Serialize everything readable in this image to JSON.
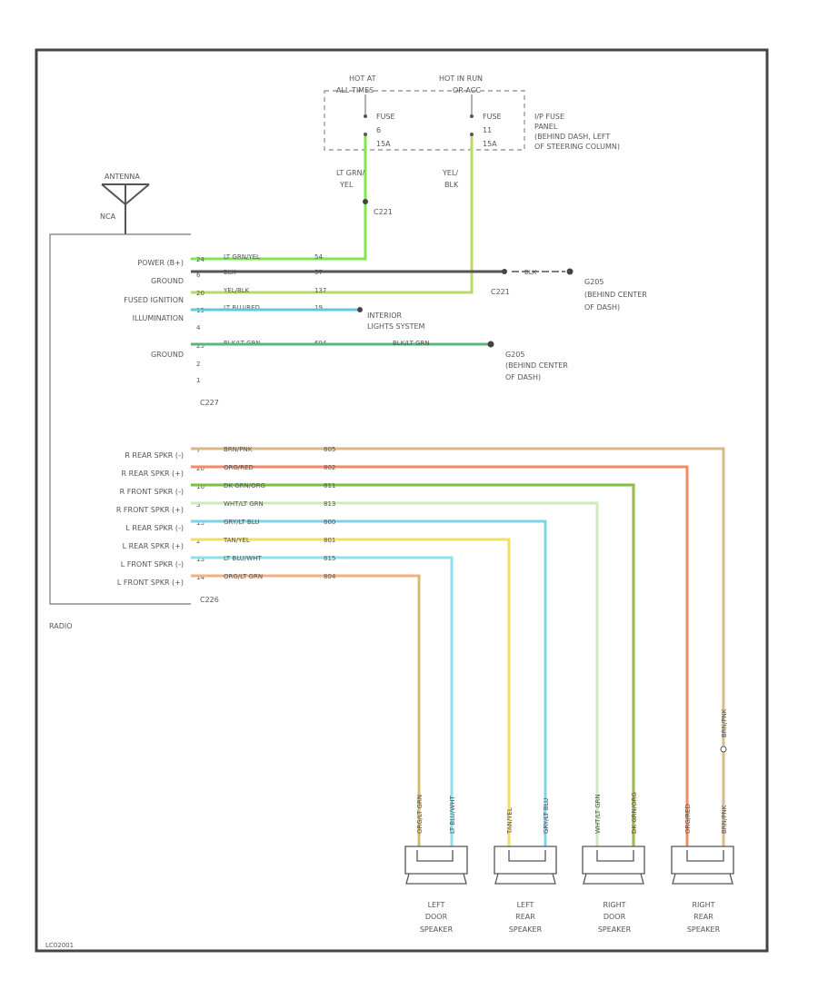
{
  "colors": {
    "frame": "#444444",
    "text": "#555555",
    "lt_grn_yel": "#7de84e",
    "blk": "#555555",
    "yel_blk": "#b8d86a",
    "lt_blu_red": "#5ec9de",
    "blk_lt_grn": "#58b87a",
    "brn_pnk": "#d9b98a",
    "org_red": "#f28a64",
    "dk_grn_org": "#7cbf3a",
    "wht_lt_grn": "#cfe8c0",
    "gry_lt_blu": "#7fd3e6",
    "tan_yel": "#f0df6a",
    "lt_blu_wht": "#8ee0e8",
    "org_lt_grn": "#f0b080"
  },
  "power": {
    "hot_at_all_times": [
      "HOT AT",
      "ALL TIMES"
    ],
    "hot_in_run": [
      "HOT IN RUN",
      "OR ACC"
    ],
    "fuse_a": [
      "FUSE",
      "6",
      "15A"
    ],
    "fuse_b": [
      "FUSE",
      "11",
      "15A"
    ],
    "fuse_panel": [
      "I/P FUSE",
      "PANEL",
      "(BEHIND DASH, LEFT",
      "OF STEERING COLUMN)"
    ],
    "wire_a": [
      "LT GRN/",
      "YEL"
    ],
    "wire_b": [
      "YEL/",
      "BLK"
    ],
    "splice": "C221"
  },
  "antenna": {
    "label": "ANTENNA",
    "wire": "NCA"
  },
  "radio": {
    "name": "RADIO",
    "connector_top": "C227",
    "connector_bottom": "C226",
    "upper_pins": [
      {
        "label": "POWER (B+)",
        "pin": "24",
        "color": "LT GRN/YEL",
        "circuit": "54"
      },
      {
        "label": "GROUND",
        "pin": "6",
        "color": "BLK",
        "circuit": "57"
      },
      {
        "label": "FUSED IGNITION",
        "pin": "20",
        "color": "YEL/BLK",
        "circuit": "137"
      },
      {
        "label": "ILLUMINATION",
        "pin": "15",
        "color": "LT BLU/RED",
        "circuit": "19"
      },
      {
        "label": "",
        "pin": "4",
        "color": "",
        "circuit": ""
      },
      {
        "label": "GROUND",
        "pin": "25",
        "color": "BLK/LT GRN",
        "circuit": "694"
      },
      {
        "label": "",
        "pin": "2",
        "color": "",
        "circuit": ""
      },
      {
        "label": "",
        "pin": "1",
        "color": "",
        "circuit": ""
      }
    ],
    "speaker_pins": [
      {
        "label": "R REAR SPKR (-)",
        "pin": "7",
        "color": "BRN/PNK",
        "circuit": "805"
      },
      {
        "label": "R REAR SPKR (+)",
        "pin": "20",
        "color": "ORG/RED",
        "circuit": "802"
      },
      {
        "label": "R FRONT SPKR (-)",
        "pin": "16",
        "color": "DK GRN/ORG",
        "circuit": "811"
      },
      {
        "label": "R FRONT SPKR (+)",
        "pin": "3",
        "color": "WHT/LT GRN",
        "circuit": "813"
      },
      {
        "label": "L REAR SPKR (-)",
        "pin": "15",
        "color": "GRY/LT BLU",
        "circuit": "800"
      },
      {
        "label": "L REAR SPKR (+)",
        "pin": "2",
        "color": "TAN/YEL",
        "circuit": "801"
      },
      {
        "label": "L FRONT SPKR (-)",
        "pin": "13",
        "color": "LT BLU/WHT",
        "circuit": "815"
      },
      {
        "label": "L FRONT SPKR (+)",
        "pin": "14",
        "color": "ORG/LT GRN",
        "circuit": "804"
      }
    ]
  },
  "grounds": {
    "g1_splice": "C221",
    "g1_wire": "BLK",
    "g1_name": "G205",
    "g1_loc": [
      "(BEHIND CENTER",
      "OF DASH)"
    ],
    "g2_name": "G205",
    "g2_loc": [
      "(BEHIND CENTER",
      "OF DASH)"
    ],
    "g2_wire": "BLK/LT GRN",
    "illum_dest": [
      "INTERIOR",
      "LIGHTS SYSTEM"
    ]
  },
  "speakers": [
    {
      "name": [
        "LEFT",
        "DOOR",
        "SPEAKER"
      ],
      "wires": [
        "ORG/LT GRN",
        "LT BLU/WHT"
      ]
    },
    {
      "name": [
        "LEFT",
        "REAR",
        "SPEAKER"
      ],
      "wires": [
        "TAN/YEL",
        "GRY/LT BLU"
      ]
    },
    {
      "name": [
        "RIGHT",
        "DOOR",
        "SPEAKER"
      ],
      "wires": [
        "WHT/LT GRN",
        "DK GRN/ORG"
      ]
    },
    {
      "name": [
        "RIGHT",
        "REAR",
        "SPEAKER"
      ],
      "wires": [
        "ORG/RED",
        "BRN/PNK"
      ]
    }
  ],
  "rr_splice": {
    "wire": "BRN/PNK"
  },
  "footer": "LC02001"
}
